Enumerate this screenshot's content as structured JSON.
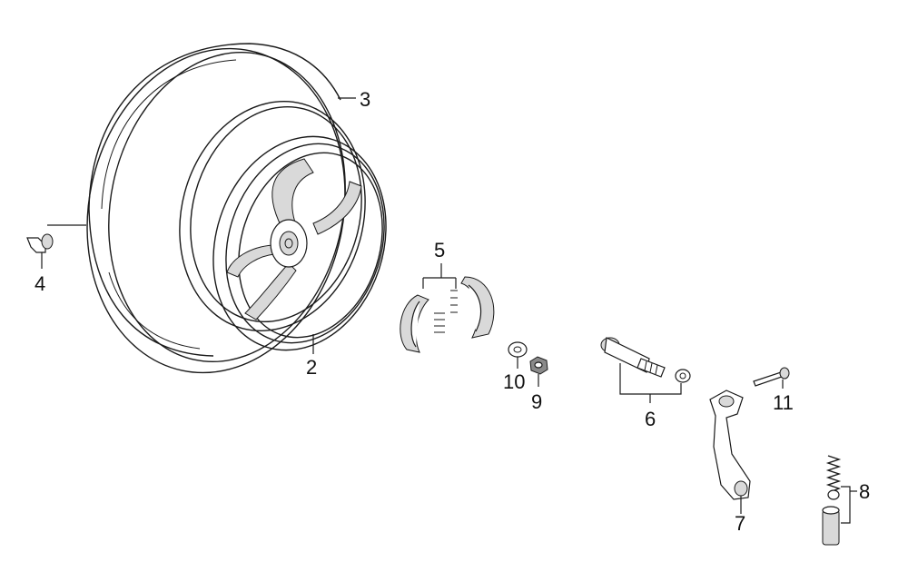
{
  "callouts": {
    "c1": "2",
    "c2": "3",
    "c3": "4",
    "c4": "5",
    "c5": "6",
    "c6": "7",
    "c7": "8",
    "c8": "9",
    "c9": "10",
    "c10": "11"
  }
}
